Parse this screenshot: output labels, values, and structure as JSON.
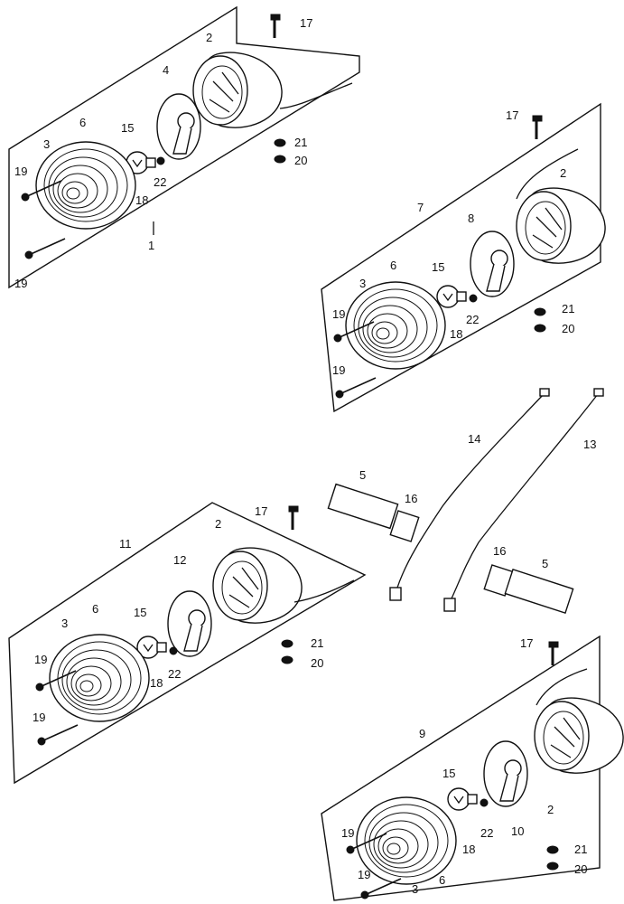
{
  "diagram": {
    "callouts": {
      "a1": "1",
      "a2": "2",
      "a3": "3",
      "a4": "4",
      "a6": "6",
      "a15": "15",
      "a17": "17",
      "a18": "18",
      "a19a": "19",
      "a19b": "19",
      "a20": "20",
      "a21": "21",
      "a22": "22",
      "b2": "2",
      "b3": "3",
      "b6": "6",
      "b7": "7",
      "b8": "8",
      "b15": "15",
      "b17": "17",
      "b18": "18",
      "b19a": "19",
      "b19b": "19",
      "b20": "20",
      "b21": "21",
      "b22": "22",
      "c2": "2",
      "c3": "3",
      "c6": "6",
      "c11": "11",
      "c12": "12",
      "c15": "15",
      "c17": "17",
      "c18": "18",
      "c19a": "19",
      "c19b": "19",
      "c20": "20",
      "c21": "21",
      "c22": "22",
      "d2": "2",
      "d3": "3",
      "d6": "6",
      "d9": "9",
      "d10": "10",
      "d15": "15",
      "d17": "17",
      "d18": "18",
      "d19a": "19",
      "d19b": "19",
      "d20": "20",
      "d21": "21",
      "d22": "22",
      "m5a": "5",
      "m5b": "5",
      "m13": "13",
      "m14": "14",
      "m16a": "16",
      "m16b": "16"
    }
  }
}
